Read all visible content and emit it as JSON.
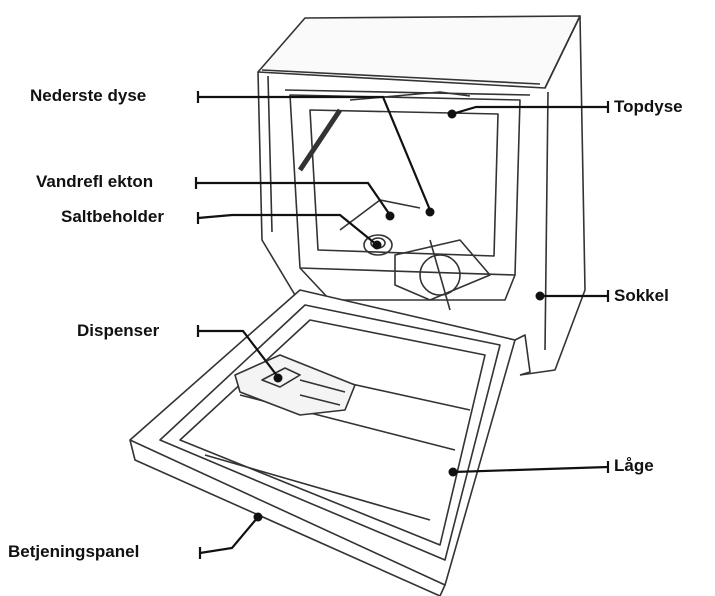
{
  "labels": {
    "nederste_dyse": "Nederste dyse",
    "topdyse": "Topdyse",
    "vandreflekton": "Vandrefl ekton",
    "saltbeholder": "Saltbeholder",
    "sokkel": "Sokkel",
    "dispenser": "Dispenser",
    "laage": "Låge",
    "betjeningspanel": "Betjeningspanel"
  },
  "colors": {
    "line": "#111111",
    "fill": "#ffffff"
  }
}
